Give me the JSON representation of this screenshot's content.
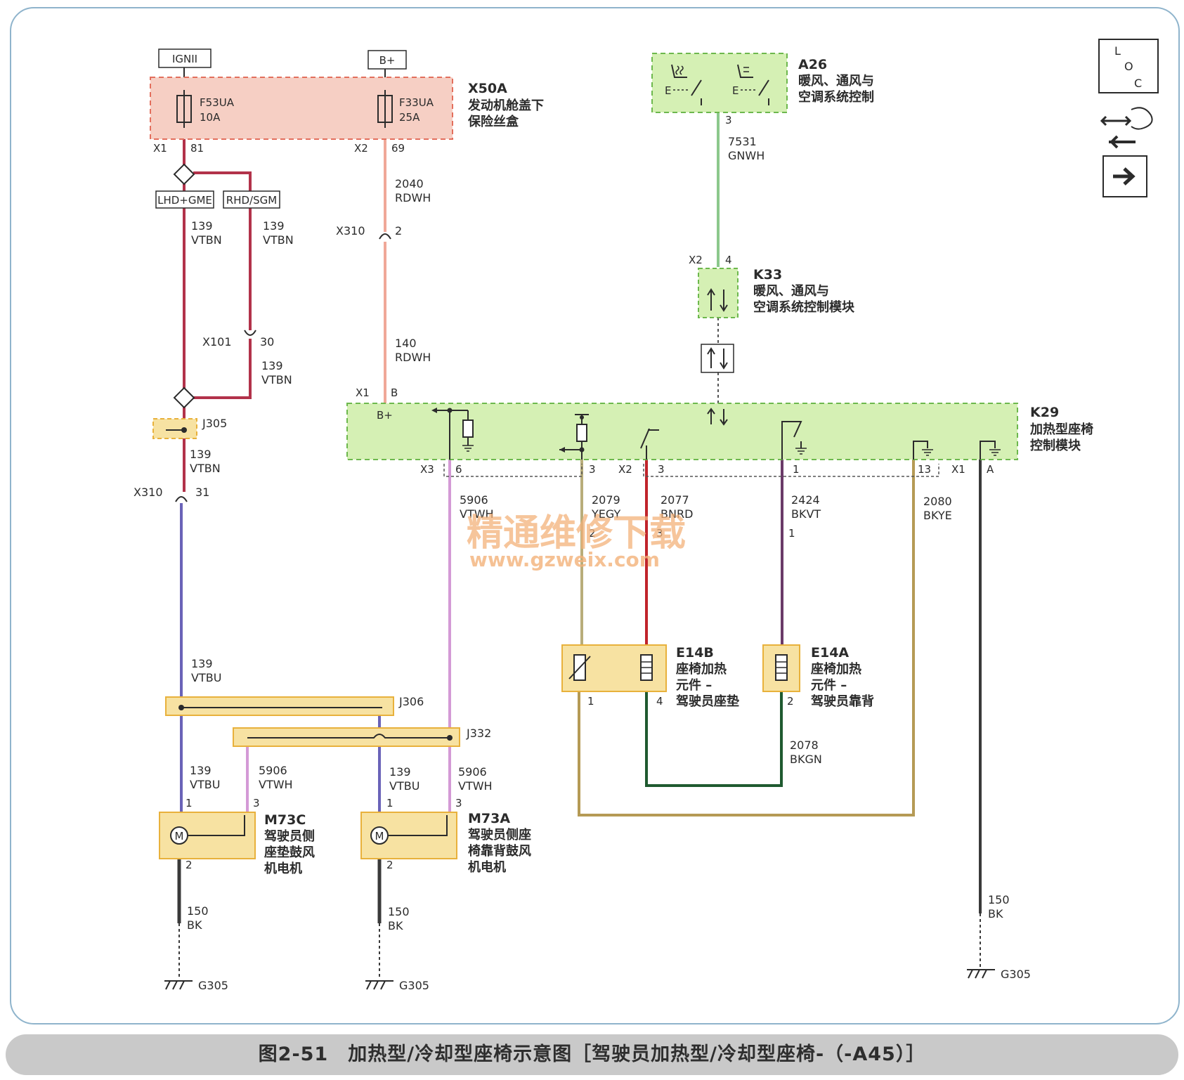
{
  "caption": "图2-51　加热型/冷却型座椅示意图［驾驶员加热型/冷却型座椅-（-A45）］",
  "watermark": {
    "line1": "精通维修下载",
    "line2": "www.gzweix.com"
  },
  "colors": {
    "frame": "#8fb4cc",
    "fuse_box": "#f6cfc4",
    "module_box": "#d5f0b4",
    "device_box": "#f7e2a2",
    "wire_VTBN": "#b2324a",
    "wire_RDWH": "#f0a898",
    "wire_VTBU": "#6a63b8",
    "wire_VTWH": "#d49ad6",
    "wire_GNWH": "#8cc88c",
    "wire_YEGY": "#b8ad7a",
    "wire_BNRD": "#c0242b",
    "wire_BKVT": "#6a3a68",
    "wire_BKYE": "#b59a55",
    "wire_BKGN": "#1f5a30",
    "wire_BK": "#3a3a3a"
  },
  "power_labels": {
    "ign": "IGNII",
    "batt": "B+"
  },
  "fuses": {
    "f1_name": "F53UA",
    "f1_rating": "10A",
    "f2_name": "F33UA",
    "f2_rating": "25A"
  },
  "x50a": {
    "id": "X50A",
    "desc1": "发动机舱盖下",
    "desc2": "保险丝盒"
  },
  "a26": {
    "id": "A26",
    "desc1": "暖风、通风与",
    "desc2": "空调系统控制",
    "pin": "3",
    "sw_label": "E"
  },
  "k33": {
    "id": "K33",
    "desc1": "暖风、通风与",
    "desc2": "空调系统控制模块",
    "conn": "X2",
    "pin": "4"
  },
  "k29": {
    "id": "K29",
    "desc1": "加热型座椅",
    "desc2": "控制模块",
    "bplus": "B+"
  },
  "e14b": {
    "id": "E14B",
    "desc1": "座椅加热",
    "desc2": "元件 –",
    "desc3": "驾驶员座垫"
  },
  "e14a": {
    "id": "E14A",
    "desc1": "座椅加热",
    "desc2": "元件 –",
    "desc3": "驾驶员靠背"
  },
  "m73c": {
    "id": "M73C",
    "desc1": "驾驶员侧",
    "desc2": "座垫鼓风",
    "desc3": "机电机",
    "motor": "M"
  },
  "m73a": {
    "id": "M73A",
    "desc1": "驾驶员侧座",
    "desc2": "椅靠背鼓风",
    "desc3": "机电机",
    "motor": "M"
  },
  "options": {
    "lhd": "LHD+GME",
    "rhd": "RHD/SGM"
  },
  "connectors": {
    "x1": "X1",
    "x2": "X2",
    "x3": "X3",
    "x310": "X310",
    "x101": "X101",
    "j305": "J305",
    "j306": "J306",
    "j332": "J332"
  },
  "pins": {
    "x1_81": "81",
    "x2_69": "69",
    "x310_2": "2",
    "x101_30": "30",
    "x310_31": "31",
    "k29_B": "B",
    "k29_x3_6": "6",
    "k29_x2_3a": "3",
    "k29_x2_3b": "3",
    "k29_1": "1",
    "k29_13": "13",
    "k29_A": "A",
    "e14b_2": "2",
    "e14b_3": "3",
    "e14b_1": "1",
    "e14b_4": "4",
    "e14a_1": "1",
    "e14a_2": "2",
    "m73c_1": "1",
    "m73c_3": "3",
    "m73c_2": "2",
    "m73a_1": "1",
    "m73a_3": "3",
    "m73a_2": "2"
  },
  "wires": {
    "w139": "139",
    "vtbn": "VTBN",
    "vtbu": "VTBU",
    "w2040": "2040",
    "w140": "140",
    "rdwh": "RDWH",
    "w7531": "7531",
    "gnwh": "GNWH",
    "w5906": "5906",
    "vtwh": "VTWH",
    "w2079": "2079",
    "yegy": "YEGY",
    "w2077": "2077",
    "bnrd": "BNRD",
    "w2424": "2424",
    "bkvt": "BKVT",
    "w2080": "2080",
    "bkye": "BKYE",
    "w2078": "2078",
    "bkgn": "BKGN",
    "w150": "150",
    "bk": "BK"
  },
  "grounds": {
    "g1": "G305",
    "g2": "G305",
    "g3": "G305"
  },
  "legend_icons": [
    "loc-icon",
    "harness-icon",
    "next-arrow-icon"
  ],
  "loc_letters": {
    "l": "L",
    "o": "O",
    "c": "C"
  }
}
